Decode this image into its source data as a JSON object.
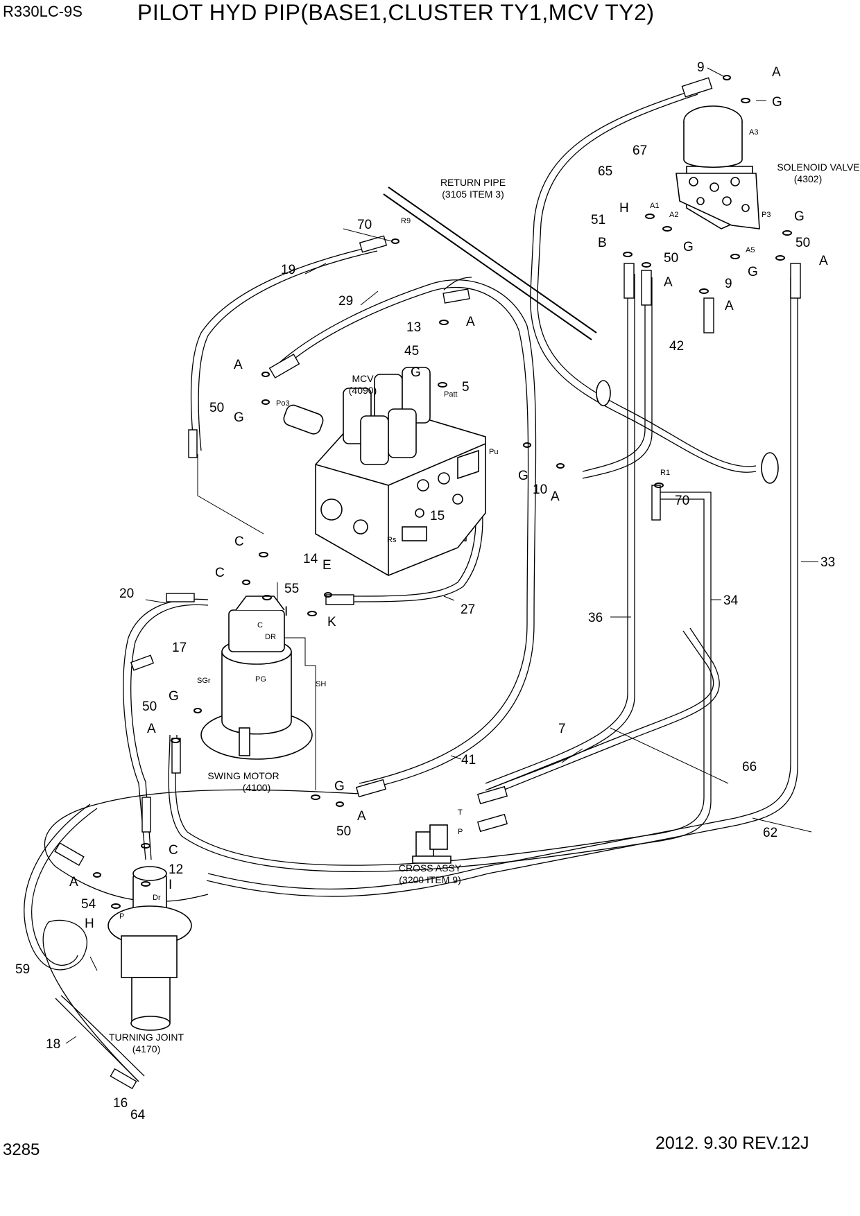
{
  "header": {
    "model": "R330LC-9S",
    "title": "PILOT HYD PIP(BASE1,CLUSTER TY1,MCV TY2)"
  },
  "footer": {
    "page_number": "3285",
    "revision": "2012. 9.30  REV.12J"
  },
  "components": {
    "solenoid_valve": [
      "SOLENOID VALVE",
      "(4302)"
    ],
    "return_pipe": [
      "RETURN PIPE",
      "(3105 ITEM 3)"
    ],
    "mcv": [
      "MCV",
      "(4090)"
    ],
    "swing_motor": [
      "SWING MOTOR",
      "(4100)"
    ],
    "cross_assy": [
      "CROSS ASSY",
      "(3200 ITEM 9)"
    ],
    "turning_joint": [
      "TURNING JOINT",
      "(4170)"
    ]
  },
  "callouts": [
    "9",
    "A",
    "G",
    "A3",
    "67",
    "65",
    "H",
    "A1",
    "A2",
    "G",
    "P3",
    "G",
    "50",
    "51",
    "B",
    "50",
    "A5",
    "G",
    "A",
    "A",
    "9",
    "A",
    "70",
    "R9",
    "19",
    "29",
    "13",
    "A",
    "45",
    "G",
    "5",
    "A",
    "50",
    "G",
    "Po3",
    "Patt",
    "Pu",
    "G",
    "10",
    "A",
    "42",
    "R1",
    "70",
    "15",
    "Rs",
    "C",
    "C",
    "55",
    "14",
    "E",
    "I",
    "K",
    "27",
    "20",
    "C",
    "DR",
    "SGr",
    "PG",
    "SH",
    "17",
    "G",
    "50",
    "A",
    "33",
    "34",
    "36",
    "7",
    "41",
    "G",
    "A",
    "50",
    "66",
    "T",
    "P",
    "62",
    "C",
    "12",
    "I",
    "A",
    "54",
    "H",
    "Dr",
    "P",
    "59",
    "18",
    "16",
    "64"
  ]
}
